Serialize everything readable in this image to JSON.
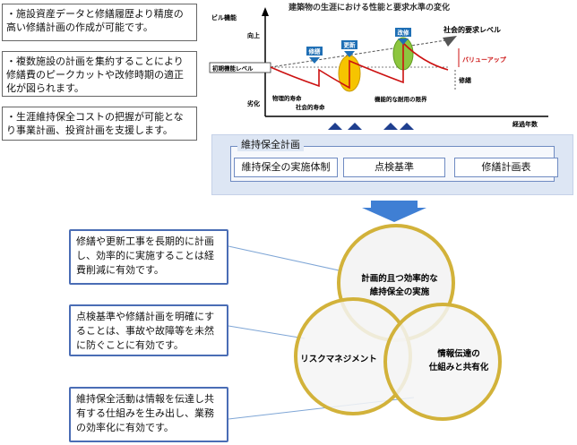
{
  "left_notes": [
    "・施設資産データと修繕履歴より精度の高い修繕計画の作成が可能です。",
    "・複数施設の計画を集約することにより修繕費のピークカットや改修時期の適正化が図られます。",
    "・生涯維持保全コストの把握が可能となり事業計画、投資計画を支援します。"
  ],
  "chart": {
    "title": "建築物の生涯における性能と要求水準の変化",
    "y_axis_label": "ビル機能",
    "y_top": "向上",
    "y_bottom": "劣化",
    "x_axis_label": "経過年数",
    "ref_level": "初期機能レベル",
    "social_level": "社会的要求レベル",
    "value_up": "バリューアップ",
    "repair": "修繕",
    "event1": "修繕",
    "event2": "更新",
    "event3": "改修",
    "physical_life": "物理的寿命",
    "social_life": "社会的寿命",
    "functional_decline": "機能的な耐用の限界"
  },
  "plan": {
    "title": "維持保全計画",
    "items": [
      "維持保全の実施体制",
      "点検基準",
      "修繕計画表"
    ]
  },
  "callouts": [
    "修繕や更新工事を長期的に計画し、効率的に実施することは経費削減に有効です。",
    "点検基準や修繕計画を明確にすることは、事故や故障等を未然に防ぐことに有効です。",
    "維持保全活動は情報を伝達し共有する仕組みを生み出し、業務の効率化に有効です。"
  ],
  "venn": {
    "top": [
      "計画的且つ効率的な",
      "維持保全の実施"
    ],
    "left": "リスクマネジメント",
    "right": [
      "情報伝達の",
      "仕組みと共有化"
    ]
  }
}
